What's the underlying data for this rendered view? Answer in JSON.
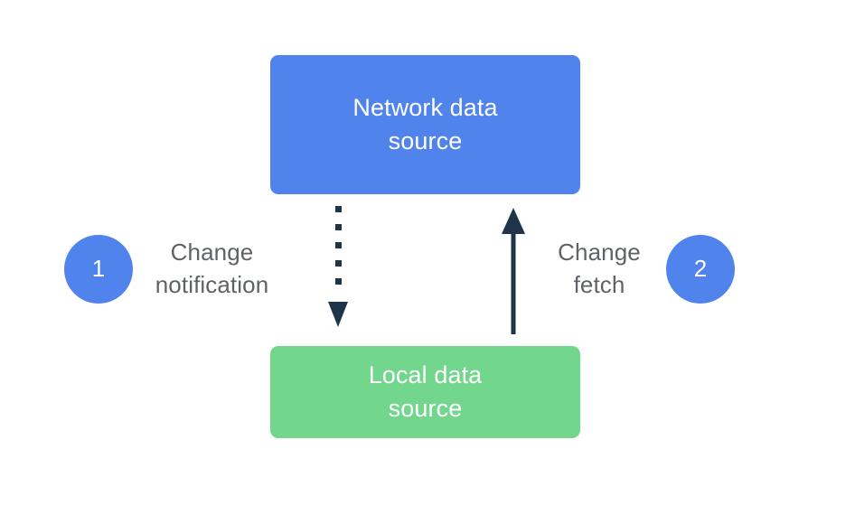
{
  "diagram": {
    "background_color": "#ffffff",
    "nodes": [
      {
        "id": "network-data-source",
        "label": "Network data\nsource",
        "color": "#5183ec",
        "text_color": "#ffffff"
      },
      {
        "id": "local-data-source",
        "label": "Local data\nsource",
        "color": "#72d68d",
        "text_color": "#ffffff"
      }
    ],
    "steps": [
      {
        "number": "1",
        "label": "Change\nnotification",
        "circle_color": "#5183ec",
        "label_color": "#5f6368",
        "edge": "change-notification-arrow"
      },
      {
        "number": "2",
        "label": "Change\nfetch",
        "circle_color": "#5183ec",
        "label_color": "#5f6368",
        "edge": "change-fetch-arrow"
      }
    ],
    "edges": [
      {
        "id": "change-notification-arrow",
        "from": "network-data-source",
        "to": "local-data-source",
        "style": "dotted",
        "direction": "down",
        "color": "#1d3449"
      },
      {
        "id": "change-fetch-arrow",
        "from": "local-data-source",
        "to": "network-data-source",
        "style": "solid",
        "direction": "up",
        "color": "#1d3449"
      }
    ]
  }
}
